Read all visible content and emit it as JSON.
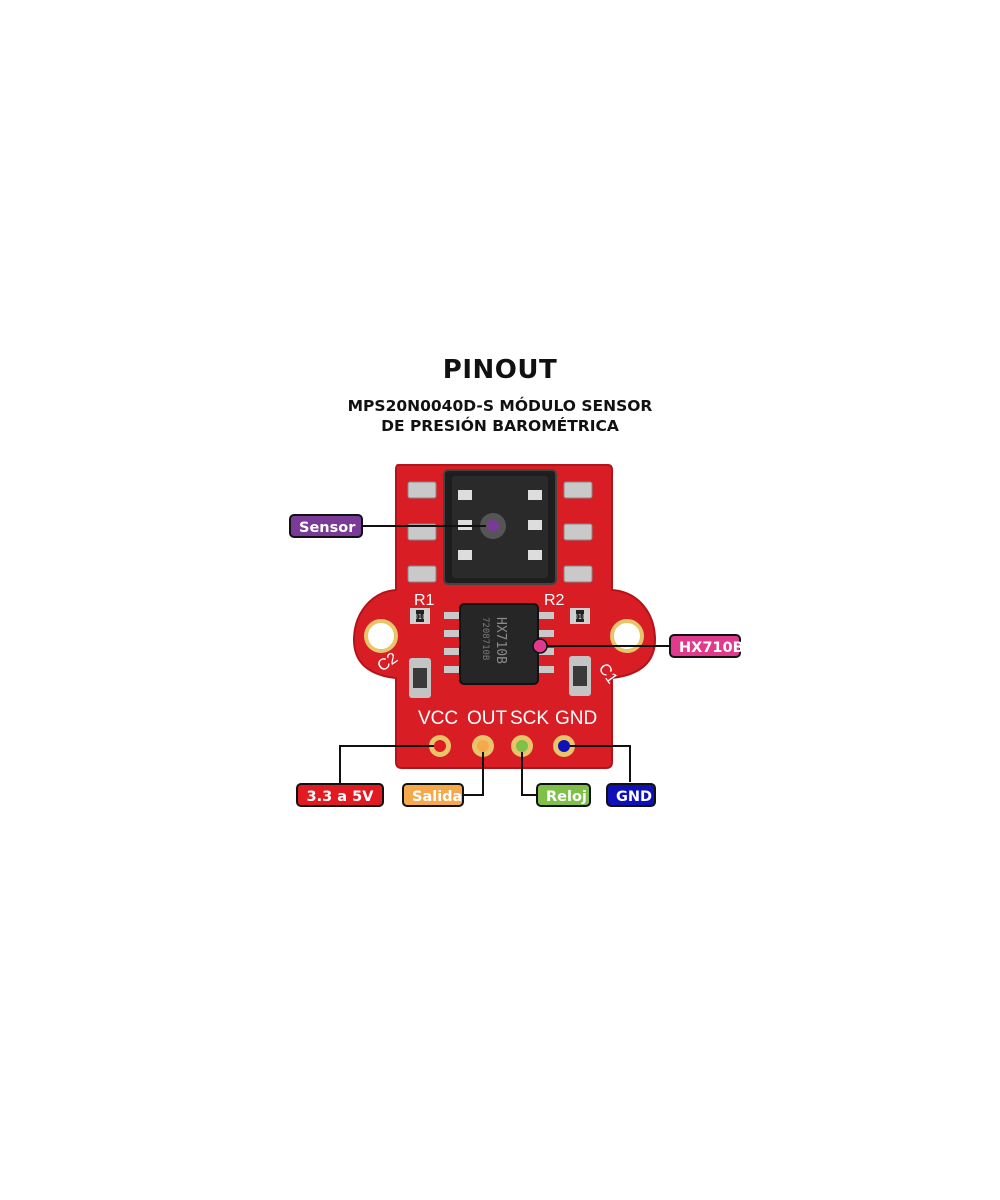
{
  "header": {
    "title": "PINOUT",
    "subtitle_line1": "MPS20N0040D-S MÓDULO SENSOR",
    "subtitle_line2": "DE PRESIÓN BAROMÉTRICA"
  },
  "board": {
    "silkscreen": {
      "r1": "R1",
      "r2": "R2",
      "c1": "C1",
      "c2": "C2",
      "pin_vcc": "VCC",
      "pin_out": "OUT",
      "pin_sck": "SCK",
      "pin_gnd": "GND",
      "resistor_code": "010",
      "chip_line1": "HX710B",
      "chip_line2": "7208710B"
    },
    "colors": {
      "pcb": "#d81e24",
      "chip": "#262626"
    }
  },
  "callouts": {
    "sensor": {
      "label": "Sensor",
      "color": "#7a3b98"
    },
    "hx710b": {
      "label": "HX710B",
      "color": "#e03a8c"
    },
    "vcc": {
      "label": "3.3 a 5V",
      "color": "#e11b22"
    },
    "out": {
      "label": "Salida",
      "color": "#f6a94b"
    },
    "sck": {
      "label": "Reloj",
      "color": "#7ec04a"
    },
    "gnd": {
      "label": "GND",
      "color": "#1010b8"
    }
  }
}
